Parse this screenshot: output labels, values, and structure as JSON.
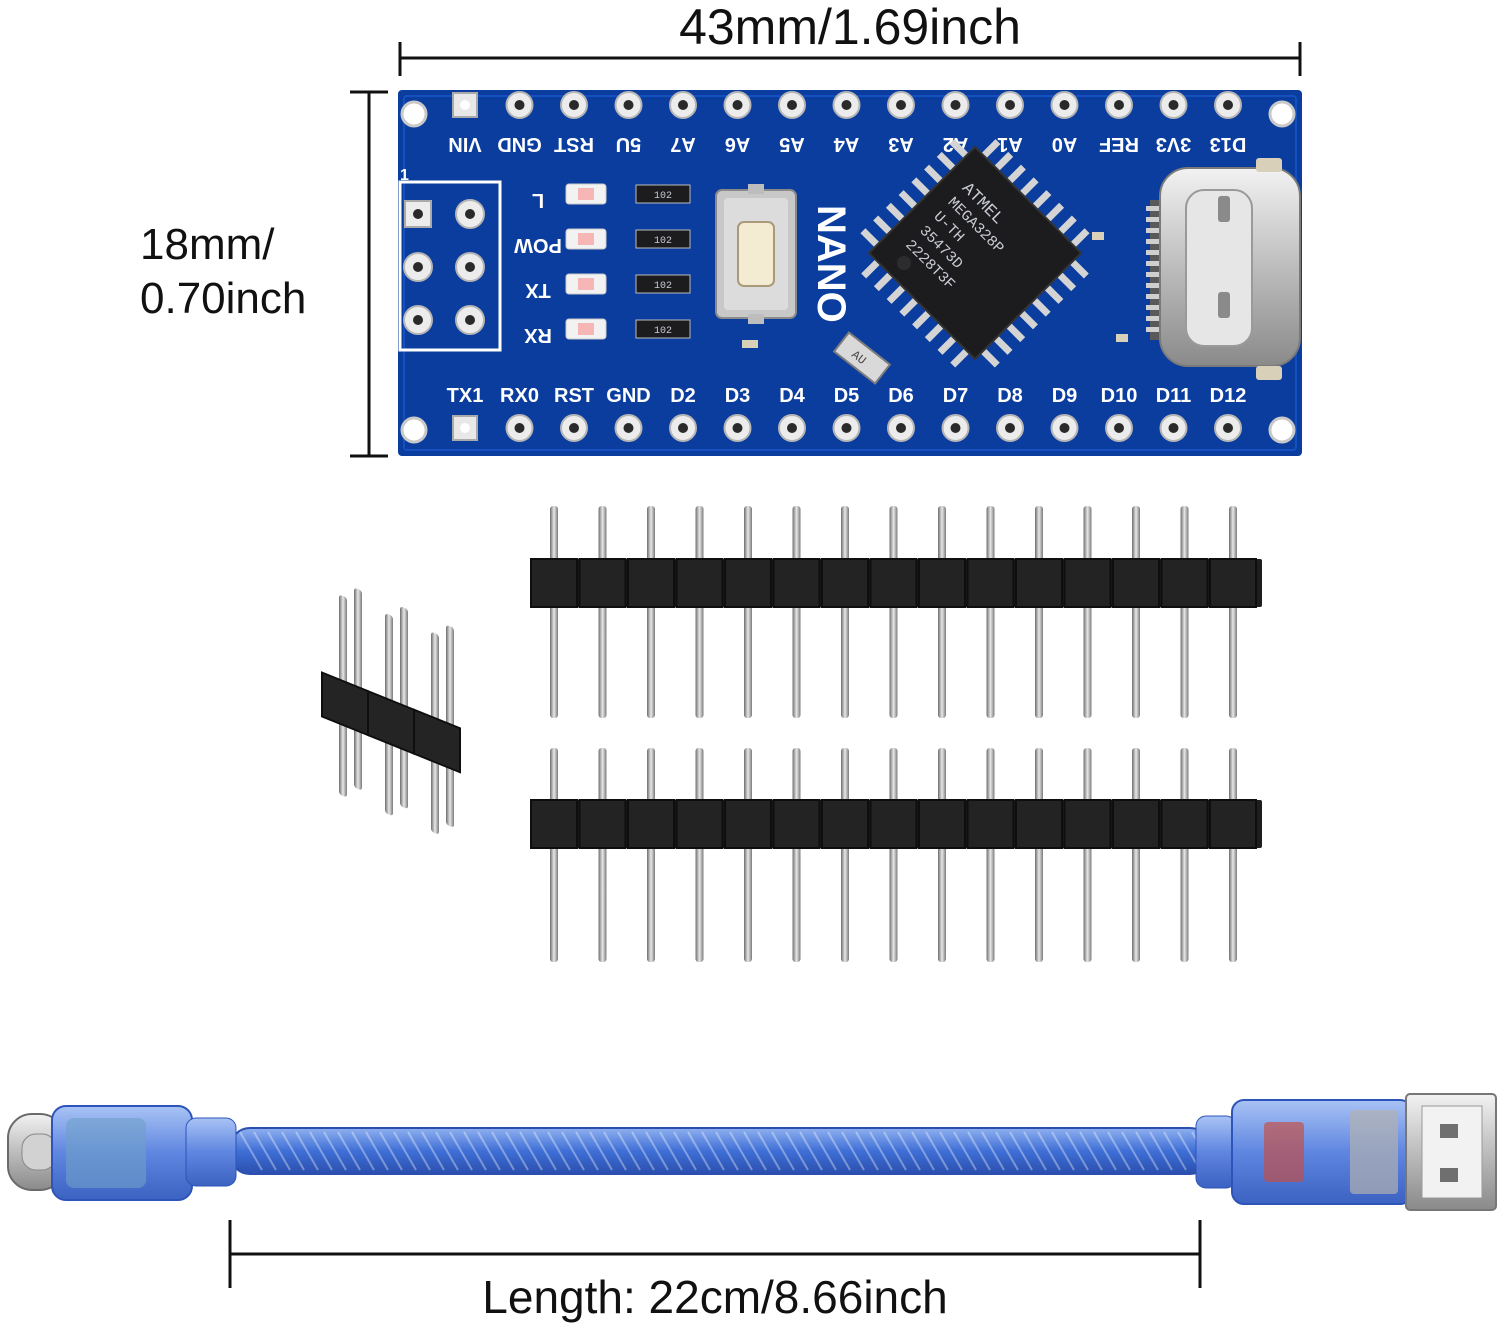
{
  "dimensions": {
    "board_width": "43mm/1.69inch",
    "board_height_line1": "18mm/",
    "board_height_line2": "0.70inch",
    "cable_length": "Length: 22cm/8.66inch"
  },
  "board": {
    "model": "NANO",
    "isp_header_mark": "1",
    "chip_lines": [
      "ATMEL",
      "MEGA328P",
      "U-TH",
      "35473D",
      "2228T3F"
    ],
    "crystal_mark": "AU",
    "top_pins": [
      "VIN",
      "GND",
      "RST",
      "5U",
      "A7",
      "A6",
      "A5",
      "A4",
      "A3",
      "A2",
      "A1",
      "A0",
      "REF",
      "3V3",
      "D13"
    ],
    "bottom_pins": [
      "TX1",
      "RX0",
      "RST",
      "GND",
      "D2",
      "D3",
      "D4",
      "D5",
      "D6",
      "D7",
      "D8",
      "D9",
      "D10",
      "D11",
      "D12"
    ],
    "led_labels": [
      "L",
      "POW",
      "TX",
      "RX"
    ],
    "resistor_marks": [
      "102",
      "102",
      "102",
      "102"
    ]
  },
  "colors": {
    "pcb": "#0a3d9e",
    "silkscreen": "#ffffff",
    "pin_header": "#1a1a1a",
    "cable": "#3f6fd6"
  }
}
